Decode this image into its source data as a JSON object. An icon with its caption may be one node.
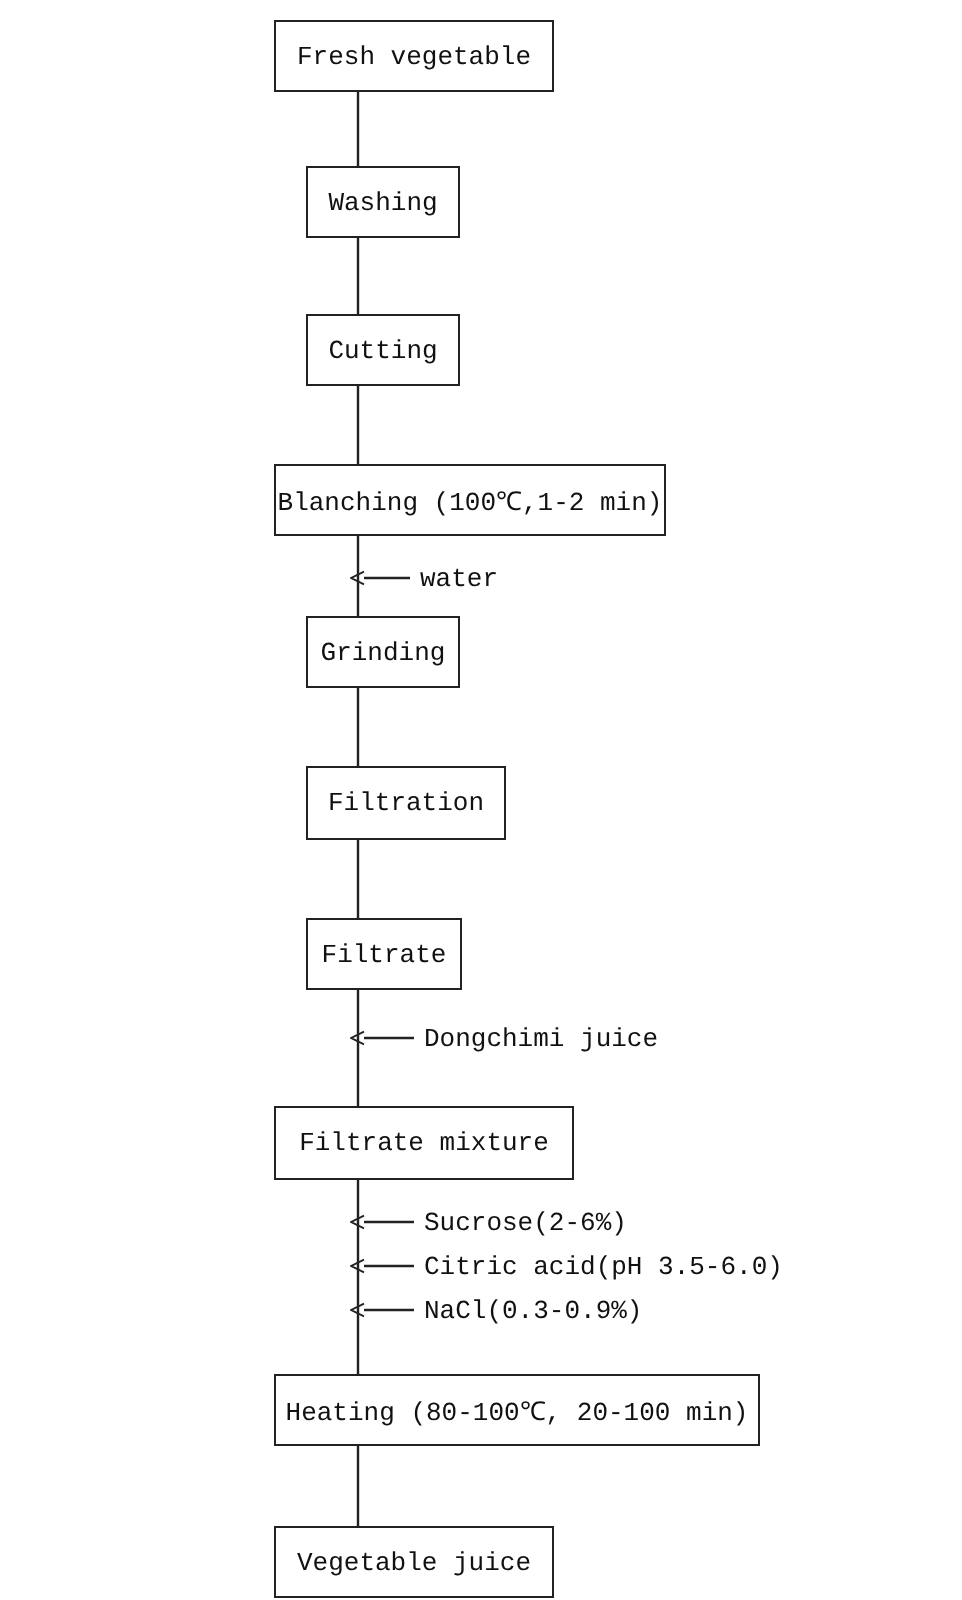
{
  "diagram": {
    "nodes": [
      {
        "text": [
          "Fresh vegetable"
        ]
      },
      {
        "text": [
          "Washing"
        ]
      },
      {
        "text": [
          "Cutting"
        ]
      },
      {
        "text": [
          "Blanching (100℃,1-2 min)"
        ]
      },
      {
        "text": [
          "Grinding"
        ]
      },
      {
        "text": [
          "Filtration"
        ]
      },
      {
        "text": [
          "Filtrate"
        ]
      },
      {
        "text": [
          "Filtrate mixture"
        ]
      },
      {
        "text": [
          "Heating (80-100℃, 20-100 min)"
        ]
      },
      {
        "text": [
          "Vegetable juice"
        ]
      },
      {
        "text": [
          "water"
        ]
      },
      {
        "text": [
          "Dongchimi juice"
        ]
      },
      {
        "text": [
          "Sucrose(2-6%)"
        ]
      },
      {
        "text": [
          "Citric acid(pH 3.5-6.0)"
        ]
      },
      {
        "text": [
          "NaCl(0.3-0.9%)"
        ]
      }
    ],
    "edges": [
      {
        "from": 0,
        "to": 1,
        "arrow": "none"
      },
      {
        "from": 1,
        "to": 2,
        "arrow": "none"
      },
      {
        "from": 2,
        "to": 3,
        "arrow": "none"
      },
      {
        "from": 3,
        "to": 4,
        "arrow": "none"
      },
      {
        "from": 4,
        "to": 5,
        "arrow": "none"
      },
      {
        "from": 5,
        "to": 6,
        "arrow": "none"
      },
      {
        "from": 6,
        "to": 7,
        "arrow": "none"
      },
      {
        "from": 7,
        "to": 8,
        "arrow": "none"
      },
      {
        "from": 8,
        "to": 9,
        "arrow": "none"
      },
      {
        "from": 10,
        "to": null,
        "arrow": "to"
      },
      {
        "from": 11,
        "to": null,
        "arrow": "to"
      },
      {
        "from": 12,
        "to": null,
        "arrow": "to"
      },
      {
        "from": 13,
        "to": null,
        "arrow": "to"
      },
      {
        "from": 14,
        "to": null,
        "arrow": "to"
      }
    ]
  }
}
